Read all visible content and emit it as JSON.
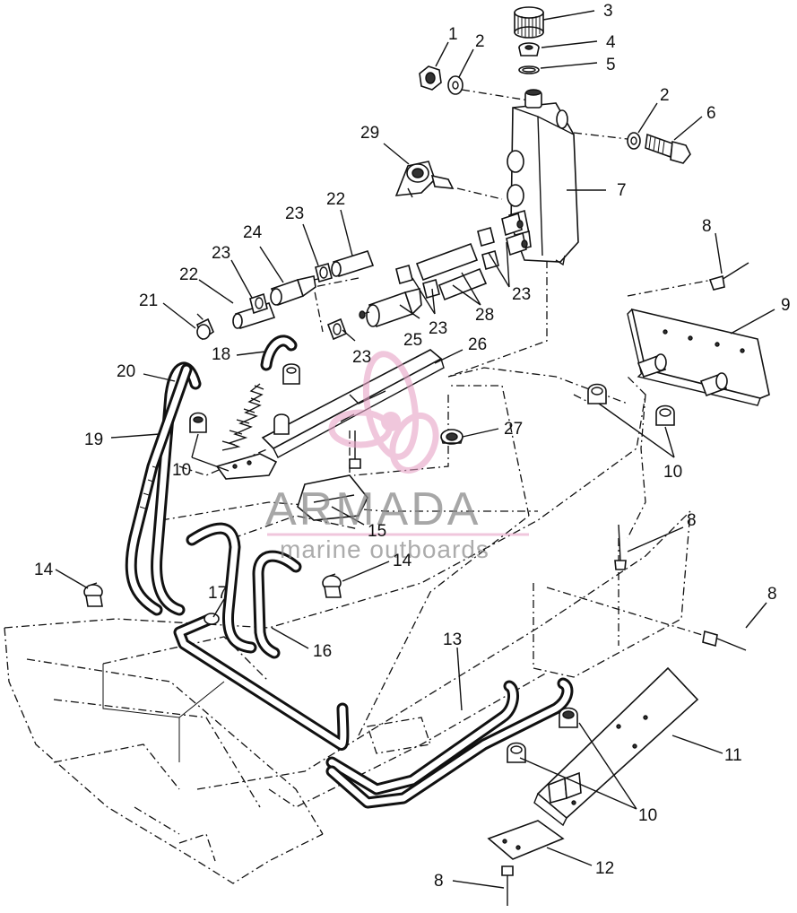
{
  "watermark": {
    "brand": "ARMADA",
    "tagline": "marine outboards",
    "logo_color": "#e7a3c6"
  },
  "callouts": [
    {
      "id": "c1",
      "num": "1"
    },
    {
      "id": "c2a",
      "num": "2"
    },
    {
      "id": "c3",
      "num": "3"
    },
    {
      "id": "c4",
      "num": "4"
    },
    {
      "id": "c5",
      "num": "5"
    },
    {
      "id": "c2b",
      "num": "2"
    },
    {
      "id": "c6",
      "num": "6"
    },
    {
      "id": "c29",
      "num": "29"
    },
    {
      "id": "c7",
      "num": "7"
    },
    {
      "id": "c22a",
      "num": "22"
    },
    {
      "id": "c23a",
      "num": "23"
    },
    {
      "id": "c8a",
      "num": "8"
    },
    {
      "id": "c24",
      "num": "24"
    },
    {
      "id": "c23b",
      "num": "23"
    },
    {
      "id": "c22b",
      "num": "22"
    },
    {
      "id": "c21",
      "num": "21"
    },
    {
      "id": "c9",
      "num": "9"
    },
    {
      "id": "c23c",
      "num": "23"
    },
    {
      "id": "c28",
      "num": "28"
    },
    {
      "id": "c25",
      "num": "25"
    },
    {
      "id": "c23d",
      "num": "23"
    },
    {
      "id": "c23e",
      "num": "23"
    },
    {
      "id": "c26",
      "num": "26"
    },
    {
      "id": "c18",
      "num": "18"
    },
    {
      "id": "c20",
      "num": "20"
    },
    {
      "id": "c27",
      "num": "27"
    },
    {
      "id": "c19",
      "num": "19"
    },
    {
      "id": "c10a",
      "num": "10"
    },
    {
      "id": "c10b",
      "num": "10"
    },
    {
      "id": "c15",
      "num": "15"
    },
    {
      "id": "c8b",
      "num": "8"
    },
    {
      "id": "c14a",
      "num": "14"
    },
    {
      "id": "c14b",
      "num": "14"
    },
    {
      "id": "c8c",
      "num": "8"
    },
    {
      "id": "c17",
      "num": "17"
    },
    {
      "id": "c16",
      "num": "16"
    },
    {
      "id": "c13",
      "num": "13"
    },
    {
      "id": "c11",
      "num": "11"
    },
    {
      "id": "c10c",
      "num": "10"
    },
    {
      "id": "c12",
      "num": "12"
    },
    {
      "id": "c8d",
      "num": "8"
    }
  ]
}
